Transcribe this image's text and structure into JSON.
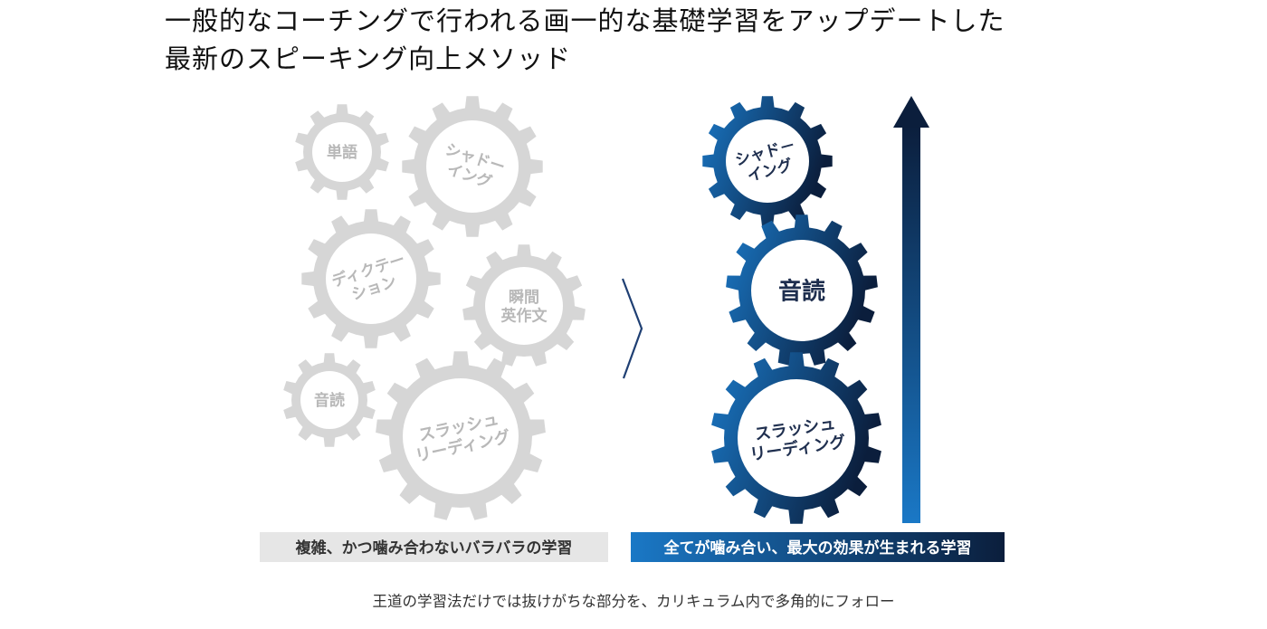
{
  "heading": {
    "line1": "一般的なコーチングで行われる画一的な基礎学習をアップデートした",
    "line2": "最新のスピーキング向上メソッド"
  },
  "left": {
    "gears": [
      {
        "label": [
          "単語"
        ]
      },
      {
        "label": [
          "シャドー",
          "イング"
        ]
      },
      {
        "label": [
          "ディクテー",
          "ション"
        ]
      },
      {
        "label": [
          "瞬間",
          "英作文"
        ]
      },
      {
        "label": [
          "音読"
        ]
      },
      {
        "label": [
          "スラッシュ",
          "リーディング"
        ]
      }
    ],
    "caption": "複雑、かつ噛み合わないバラバラの学習"
  },
  "right": {
    "gears": [
      {
        "label": [
          "シャド－",
          "イング"
        ]
      },
      {
        "label": [
          "音読"
        ]
      },
      {
        "label": [
          "スラッシュ",
          "リーディング"
        ]
      }
    ],
    "caption": "全てが噛み合い、最大の効果が生まれる学習"
  },
  "footer": "王道の学習法だけでは抜けがちな部分を、カリキュラム内で多角的にフォロー",
  "colors": {
    "gray_gear": "#d6d6d6",
    "gray_text": "#b8b8b8",
    "blue_light": "#1a78c6",
    "blue_dark": "#0b1e3c",
    "left_caption_bg": "#e6e6e6",
    "left_caption_text": "#333333",
    "right_caption_text": "#ffffff",
    "chevron": "#1f3f73"
  },
  "icons": {
    "chevron": "chevron-right-icon",
    "arrow": "up-arrow-icon"
  }
}
